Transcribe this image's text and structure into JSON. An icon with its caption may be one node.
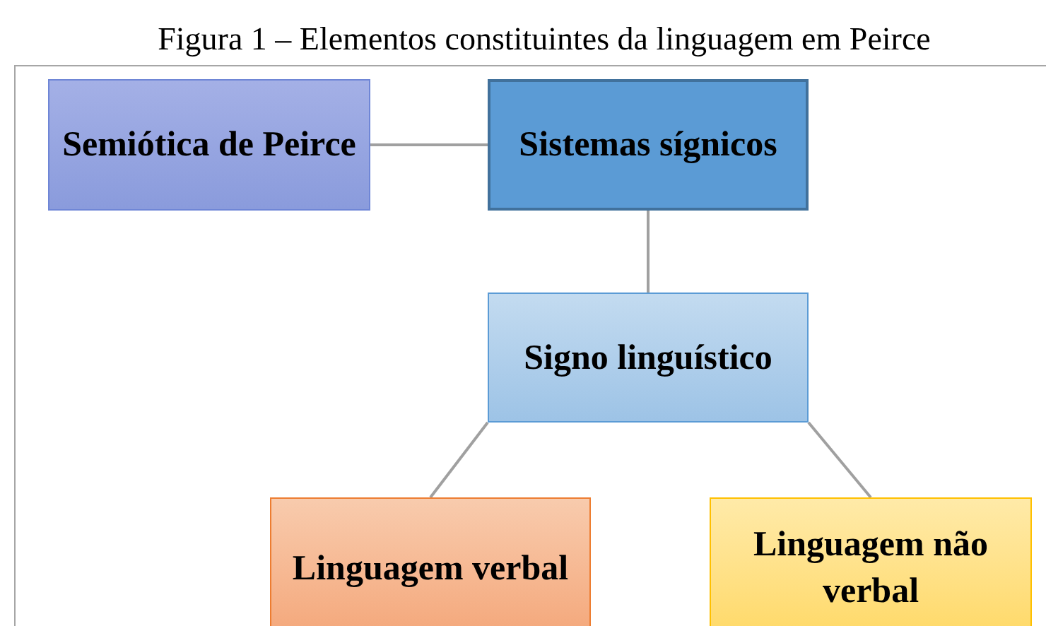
{
  "diagram": {
    "title": "Figura 1 – Elementos constituintes da linguagem em Peirce",
    "nodes": [
      {
        "text": [
          "Semiótica de Peirce"
        ]
      },
      {
        "text": [
          "Sistemas sígnicos"
        ]
      },
      {
        "text": [
          "Signo linguístico"
        ]
      },
      {
        "text": [
          "Linguagem verbal"
        ]
      },
      {
        "text": [
          "Linguagem não verbal"
        ]
      }
    ],
    "edges": [
      {
        "from": 0,
        "to": 1,
        "arrow": "none"
      },
      {
        "from": 1,
        "to": 2,
        "arrow": "none"
      },
      {
        "from": 2,
        "to": 3,
        "arrow": "none"
      },
      {
        "from": 2,
        "to": 4,
        "arrow": "none"
      }
    ]
  }
}
